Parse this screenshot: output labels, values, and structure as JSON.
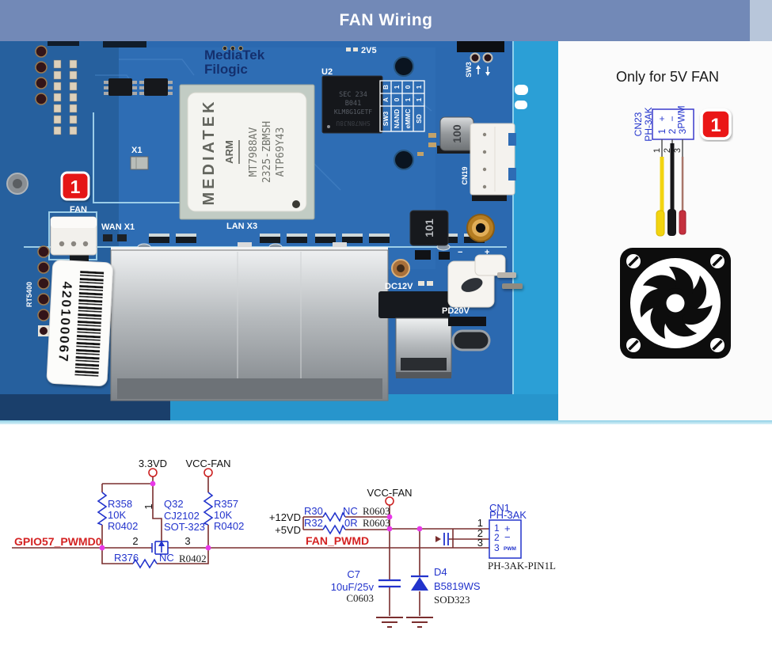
{
  "header": {
    "title": "FAN Wiring"
  },
  "board": {
    "logo": {
      "line1": "MediaTek",
      "line2": "Filogic"
    },
    "cpu": {
      "brand": "MEDIATEK",
      "arch": "ARM",
      "part": "MT7988AV",
      "lot": "2325-ZBMSH",
      "code": "ATP69Y43"
    },
    "u2": {
      "ref": "U2",
      "line1": "SEC 234",
      "line2": "B041",
      "line3": "KLM8G1GETF",
      "line4": "SHN78NJ8U"
    },
    "sw_table": {
      "names": [
        "SW3",
        "NAND",
        "eMMC",
        "SD"
      ],
      "col_a": [
        "A",
        "0",
        "1",
        "1"
      ],
      "col_b": [
        "B",
        "1",
        "0",
        "1"
      ]
    },
    "silk": {
      "v2v5": "2V5",
      "x1": "X1",
      "fan": "FAN",
      "wan": "WAN X1",
      "lan": "LAN X3",
      "rt": "RT5400",
      "cn19": "CN19",
      "sw3": "SW3",
      "dc12v": "DC12V",
      "pd20v": "PD20V",
      "minus": "−",
      "plus": "+"
    },
    "inductor100": "100",
    "inductor101": "101",
    "serial": "420100067",
    "badge": "1"
  },
  "panel": {
    "title": "Only for 5V FAN",
    "badge": "1",
    "cn23": {
      "ref": "CN23",
      "type": "PH-3AK",
      "pin1_num": "1",
      "pin1_sym": "+",
      "pin2_num": "2",
      "pin2_sym": "−",
      "pin3_num": "3",
      "pin3_sym": "PWM",
      "wire1": "1",
      "wire2": "2",
      "wire3": "3"
    }
  },
  "sch": {
    "net_gpio": "GPIO57_PWMD0",
    "net_fanpwmd": "FAN_PWMD",
    "net_33": "3.3VD",
    "net_vccfan": "VCC-FAN",
    "net_vccfan2": "VCC-FAN",
    "net_12": "+12VD",
    "net_5": "+5VD",
    "r358": {
      "ref": "R358",
      "val": "10K",
      "fp": "R0402"
    },
    "r357": {
      "ref": "R357",
      "val": "10K",
      "fp": "R0402"
    },
    "q32": {
      "ref": "Q32",
      "val": "CJ2102",
      "fp": "SOT-323",
      "p1": "1",
      "p2": "2",
      "p3": "3"
    },
    "r376": {
      "ref": "R376",
      "val": "NC",
      "fp": "R0402"
    },
    "r30": {
      "ref": "R30",
      "val": "NC",
      "fp": "R0603"
    },
    "r32": {
      "ref": "R32",
      "val": "0R",
      "fp": "R0603"
    },
    "c7": {
      "ref": "C7",
      "val": "10uF/25v",
      "fp": "C0603"
    },
    "d4": {
      "ref": "D4",
      "val": "B5819WS",
      "fp": "SOD323"
    },
    "cn1": {
      "ref": "CN1",
      "type": "PH-3AK",
      "fp": "PH-3AK-PIN1L",
      "p1": "1",
      "p2": "2",
      "p3": "3",
      "s1": "+",
      "s2": "−",
      "s3": "PWM"
    }
  },
  "colors": {
    "accent_red": "#e51212",
    "wire": "#7a2e2e",
    "symbol_blue": "#2233cc",
    "net_red": "#d42222",
    "junction": "#e838e8",
    "board_blue": "#2b69b0"
  }
}
